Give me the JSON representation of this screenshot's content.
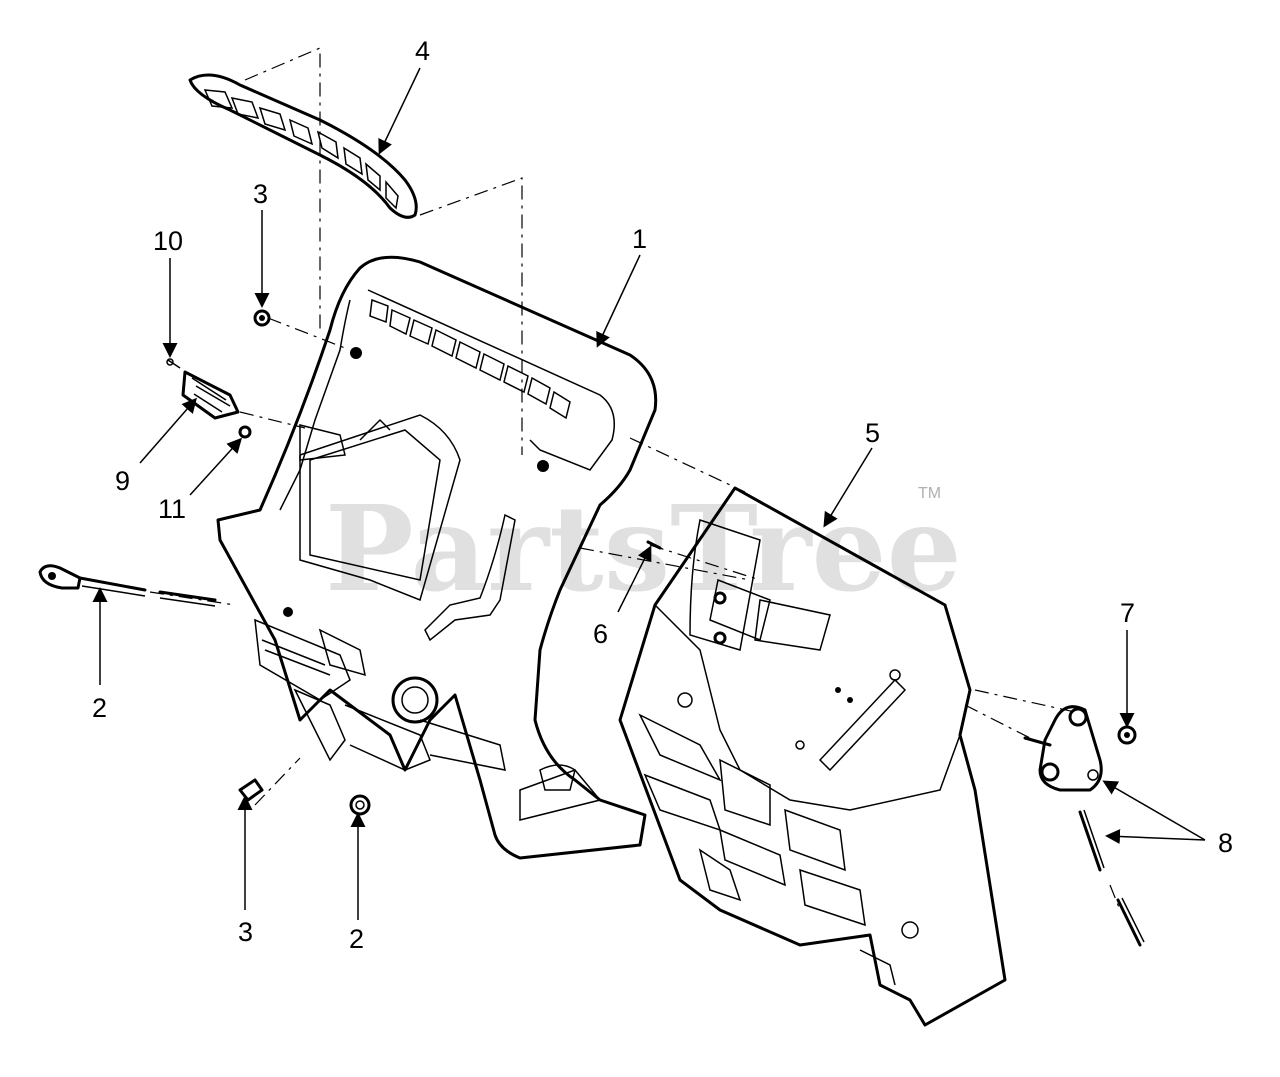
{
  "watermark": {
    "text": "PartsTree",
    "trademark": "TM"
  },
  "labels": {
    "p1": "1",
    "p2a": "2",
    "p2b": "2",
    "p3a": "3",
    "p3b": "3",
    "p4": "4",
    "p5": "5",
    "p6": "6",
    "p7": "7",
    "p8": "8",
    "p9": "9",
    "p10": "10",
    "p11": "11"
  }
}
